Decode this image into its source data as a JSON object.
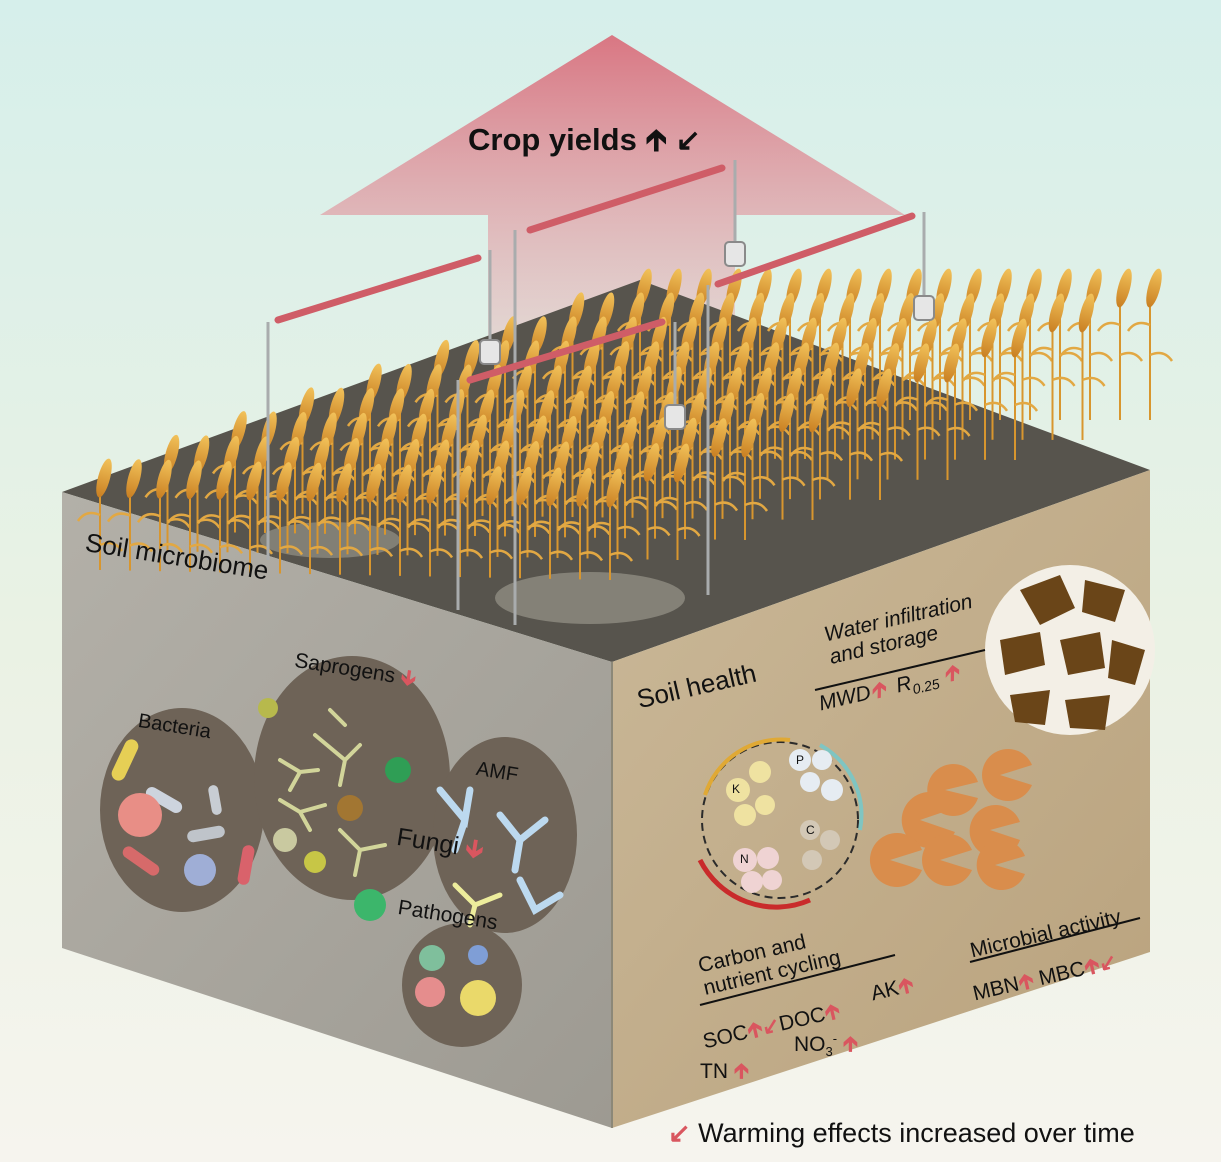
{
  "title": "Crop yields",
  "sections": {
    "microbiome": "Soil microbiome",
    "health": "Soil health"
  },
  "microbes": {
    "bacteria": "Bacteria",
    "saprogens": "Saprogens",
    "amf": "AMF",
    "fungi": "Fungi",
    "pathogens": "Pathogens"
  },
  "water": {
    "title_line1": "Water infiltration",
    "title_line2": "and storage",
    "mwd": "MWD",
    "r_main": "R",
    "r_sub": "0.25"
  },
  "carbon": {
    "title_line1": "Carbon and",
    "title_line2": "nutrient cycling",
    "soc": "SOC",
    "doc": "DOC",
    "ak": "AK",
    "tn": "TN",
    "no3_main": "NO",
    "no3_sub": "3",
    "no3_sup": "-"
  },
  "microbial": {
    "title": "Microbial activity",
    "mbn": "MBN",
    "mbc": "MBC"
  },
  "nutrient_letters": {
    "k": "K",
    "p": "P",
    "c": "C",
    "n": "N"
  },
  "legend": {
    "text": "Warming effects increased over time"
  },
  "colors": {
    "increase_arrow": "#d9565f",
    "warming_arrow": "#d9565f",
    "soil_left": "#aaa79f",
    "soil_right": "#c2ad8b",
    "wheat": "#e1a43a",
    "big_arrow": "#d9707d"
  }
}
